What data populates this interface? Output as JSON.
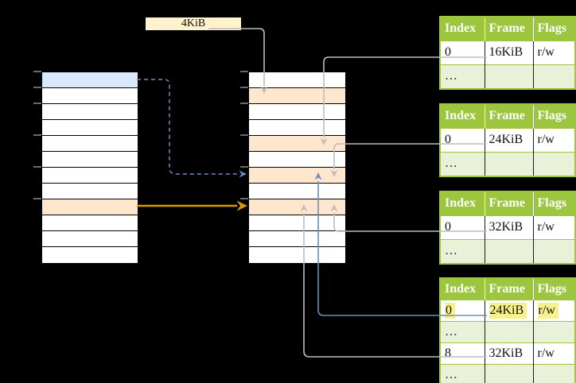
{
  "label_box": {
    "text": "4KiB"
  },
  "memory": {
    "left_column": {
      "row_count": 12,
      "row_name": "virtual-memory-page-row",
      "highlights": [
        {
          "row": 0,
          "color": "row_blue"
        },
        {
          "row": 8,
          "color": "row_orange"
        }
      ]
    },
    "middle_column": {
      "row_count": 12,
      "row_name": "physical-memory-frame-row",
      "highlights": [
        {
          "row": 1,
          "color": "row_orange"
        },
        {
          "row": 4,
          "color": "row_orange"
        },
        {
          "row": 6,
          "color": "row_orange"
        },
        {
          "row": 8,
          "color": "row_orange"
        }
      ]
    },
    "tick_positions_y": [
      90,
      110,
      130,
      170,
      210,
      250
    ]
  },
  "tables": [
    {
      "headers": [
        "Index",
        "Frame",
        "Flags"
      ],
      "rows": [
        [
          "0",
          "16KiB",
          "r/w"
        ],
        [
          "…",
          "",
          ""
        ]
      ]
    },
    {
      "headers": [
        "Index",
        "Frame",
        "Flags"
      ],
      "rows": [
        [
          "0",
          "24KiB",
          "r/w"
        ],
        [
          "…",
          "",
          ""
        ]
      ]
    },
    {
      "headers": [
        "Index",
        "Frame",
        "Flags"
      ],
      "rows": [
        [
          "0",
          "32KiB",
          "r/w"
        ],
        [
          "…",
          "",
          ""
        ]
      ]
    },
    {
      "headers": [
        "Index",
        "Frame",
        "Flags"
      ],
      "rows": [
        [
          "0",
          "24KiB",
          "r/w"
        ],
        [
          "…",
          "",
          ""
        ],
        [
          "8",
          "32KiB",
          "r/w"
        ],
        [
          "…",
          "",
          ""
        ]
      ],
      "highlighted_row": 0
    }
  ],
  "colors": {
    "background": "#000000",
    "row_white": "#FFFFFF",
    "row_border": "#000000",
    "row_blue": "#DAE8FC",
    "row_orange": "#FFE6CC",
    "label_cream": "#FFF2CC",
    "table_green": "#9CC63D",
    "table_green_pale": "#E9F1D8",
    "header_text": "#FFFFFF",
    "cell_text": "#111111",
    "highlight_yellow": "#F7F18B",
    "arrow_gray": "#BDBDBD",
    "arrow_blue": "#6C8EBF",
    "arrow_orange": "#D79B00",
    "tick_gray": "#8C8C8C"
  }
}
